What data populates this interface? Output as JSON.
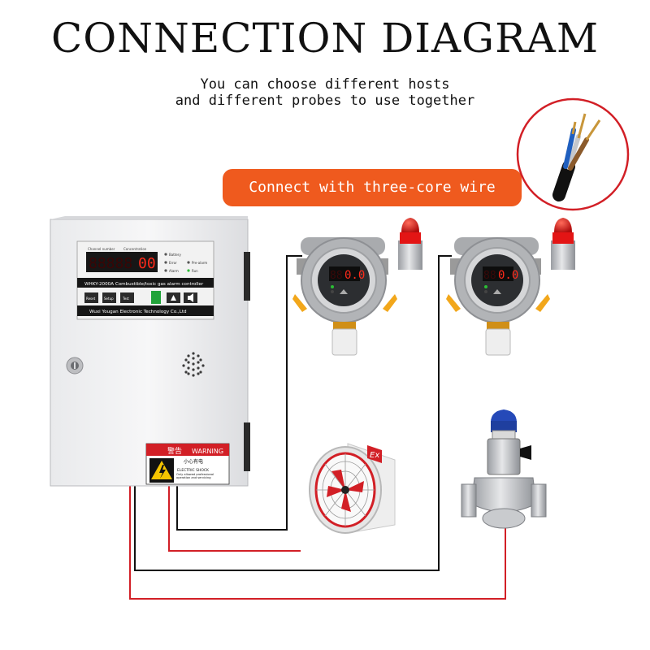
{
  "title": "CONNECTION DIAGRAM",
  "subtitle": {
    "line1": "You can choose different hosts",
    "line2": "and different probes to use together"
  },
  "callout": "Connect with three-core wire",
  "controller": {
    "panel_top_labels": [
      "Channel number",
      "Concentration"
    ],
    "digits_left": "88888",
    "digits_right": "00",
    "indicators": [
      "Battery",
      "Error",
      "Alarm",
      "Pre-alarm",
      "Run"
    ],
    "model_label": "WHKY-2000A Combustible/toxic gas alarm controller",
    "buttons": [
      "Reset",
      "Setup",
      "Test"
    ],
    "company": "Wuxi Yougan Electronic Technology Co.,Ltd"
  },
  "warning_label": {
    "header_cn": "警告",
    "header_en": "WARNING",
    "line_cn": "小心有电",
    "line_en": "ELECTRIC SHOCK",
    "note_en": "Only allowed professional operation and servicing"
  },
  "detectors": [
    {
      "display": "0.0",
      "prefix": "88"
    },
    {
      "display": "0.0",
      "prefix": "88"
    }
  ],
  "fan": {
    "badge": "Ex"
  },
  "colors": {
    "accent": "#ef5a1e",
    "wire_red": "#d21f26",
    "wire_black": "#111111",
    "led_red": "#e01818"
  },
  "icons": [
    "cable-icon",
    "controller-icon",
    "gas-detector-icon",
    "alarm-beacon-icon",
    "exhaust-fan-icon",
    "solenoid-valve-icon"
  ]
}
